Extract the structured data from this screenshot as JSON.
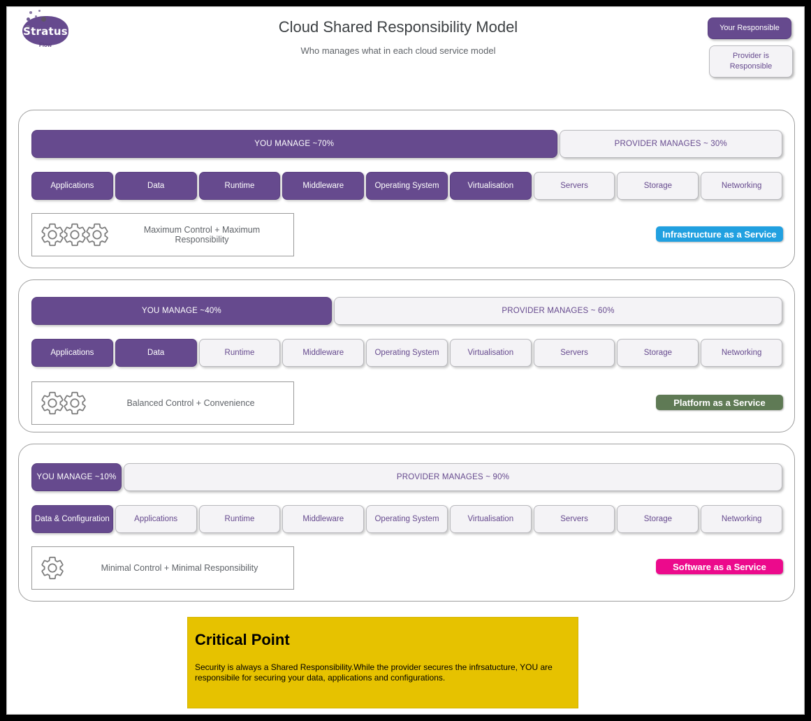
{
  "brand": {
    "logo_word": "Stratus",
    "logo_sub": "Flow"
  },
  "header": {
    "title": "Cloud Shared Responsibility Model",
    "subtitle": "Who manages what in each cloud service model"
  },
  "legend": {
    "you_label": "Your Responsible",
    "provider_label": "Provider is Responsible",
    "you_color": "#664a8e",
    "provider_color": "#f4f3f6"
  },
  "panels": [
    {
      "id": "iaas",
      "you_manage": "YOU MANAGE ~70%",
      "provider_manages": "PROVIDER MANAGES ~ 30%",
      "you_pct": 70,
      "layers": [
        {
          "label": "Applications",
          "owner": "you"
        },
        {
          "label": "Data",
          "owner": "you"
        },
        {
          "label": "Runtime",
          "owner": "you"
        },
        {
          "label": "Middleware",
          "owner": "you"
        },
        {
          "label": "Operating System",
          "owner": "you"
        },
        {
          "label": "Virtualisation",
          "owner": "you"
        },
        {
          "label": "Servers",
          "owner": "provider"
        },
        {
          "label": "Storage",
          "owner": "provider"
        },
        {
          "label": "Networking",
          "owner": "provider"
        }
      ],
      "control_text": "Maximum Control + Maximum Responsibility",
      "gear_count": 3,
      "badge_label": "Infrastructure as a Service",
      "badge_color": "#21a0e0"
    },
    {
      "id": "paas",
      "you_manage": "YOU MANAGE ~40%",
      "provider_manages": "PROVIDER MANAGES ~ 60%",
      "you_pct": 40,
      "layers": [
        {
          "label": "Applications",
          "owner": "you"
        },
        {
          "label": "Data",
          "owner": "you"
        },
        {
          "label": "Runtime",
          "owner": "provider"
        },
        {
          "label": "Middleware",
          "owner": "provider"
        },
        {
          "label": "Operating System",
          "owner": "provider"
        },
        {
          "label": "Virtualisation",
          "owner": "provider"
        },
        {
          "label": "Servers",
          "owner": "provider"
        },
        {
          "label": "Storage",
          "owner": "provider"
        },
        {
          "label": "Networking",
          "owner": "provider"
        }
      ],
      "control_text": "Balanced Control + Convenience",
      "gear_count": 2,
      "badge_label": "Platform as a Service",
      "badge_color": "#5f7a55"
    },
    {
      "id": "saas",
      "you_manage": "YOU MANAGE ~10%",
      "provider_manages": "PROVIDER MANAGES ~ 90%",
      "you_pct": 12,
      "layers": [
        {
          "label": "Data & Configuration",
          "owner": "you"
        },
        {
          "label": "Applications",
          "owner": "provider"
        },
        {
          "label": "Runtime",
          "owner": "provider"
        },
        {
          "label": "Middleware",
          "owner": "provider"
        },
        {
          "label": "Operating System",
          "owner": "provider"
        },
        {
          "label": "Virtualisation",
          "owner": "provider"
        },
        {
          "label": "Servers",
          "owner": "provider"
        },
        {
          "label": "Storage",
          "owner": "provider"
        },
        {
          "label": "Networking",
          "owner": "provider"
        }
      ],
      "control_text": "Minimal Control + Minimal Responsibility",
      "gear_count": 1,
      "badge_label": "Software as a Service",
      "badge_color": "#ec0a8c"
    }
  ],
  "critical": {
    "title": "Critical Point",
    "body": "Security is always a Shared Responsibility.While the provider secures the infrsatucture, YOU are responsibile for securing your data, applications and configurations.",
    "bg_color": "#e6c200"
  }
}
